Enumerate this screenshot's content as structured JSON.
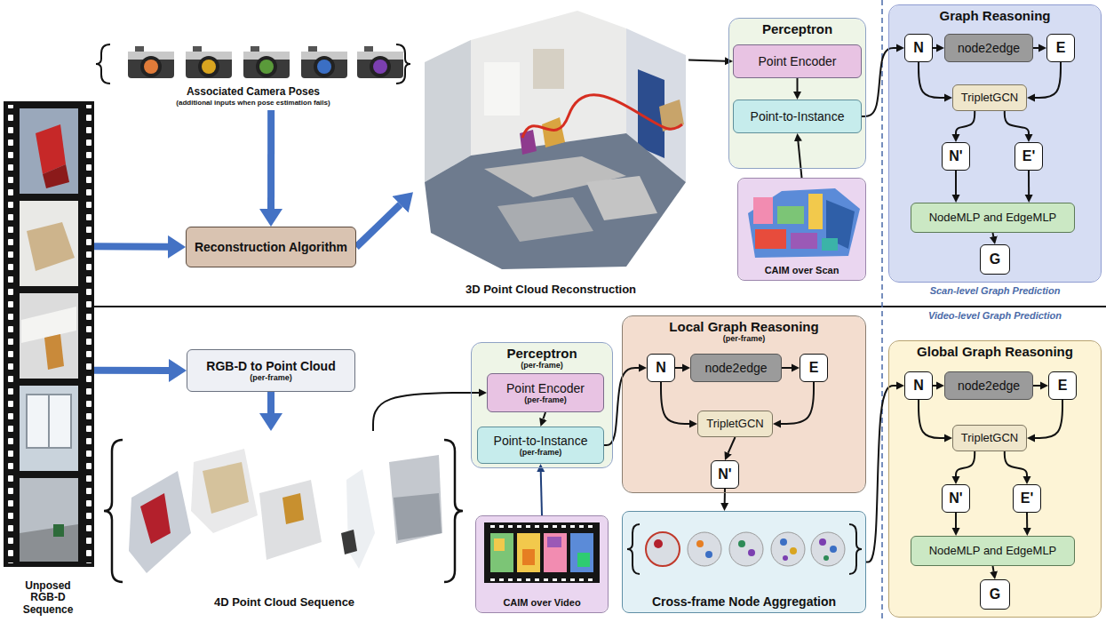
{
  "diagram": {
    "nodes": [
      {
        "text": [
          "Unposed RGB-D Sequence"
        ]
      },
      {
        "text": [
          "Associated Camera Poses",
          "(additional inputs when pose estimation fails)"
        ]
      },
      {
        "text": [
          "Reconstruction Algorithm"
        ]
      },
      {
        "text": [
          "3D Point Cloud Reconstruction"
        ]
      },
      {
        "text": [
          "Perceptron"
        ]
      },
      {
        "text": [
          "Point Encoder"
        ],
        "in": 4
      },
      {
        "text": [
          "Point-to-Instance"
        ],
        "in": 4
      },
      {
        "text": [
          "CAIM over Scan"
        ]
      },
      {
        "text": [
          "Graph Reasoning"
        ]
      },
      {
        "text": [
          "N"
        ],
        "in": 8
      },
      {
        "text": [
          "node2edge"
        ],
        "in": 8
      },
      {
        "text": [
          "E"
        ],
        "in": 8
      },
      {
        "text": [
          "TripletGCN"
        ],
        "in": 8
      },
      {
        "text": [
          "N'"
        ],
        "in": 8
      },
      {
        "text": [
          "E'"
        ],
        "in": 8
      },
      {
        "text": [
          "NodeMLP and EdgeMLP"
        ],
        "in": 8
      },
      {
        "text": [
          "G"
        ],
        "in": 8
      },
      {
        "text": [
          "RGB-D to Point Cloud",
          "(per-frame)"
        ]
      },
      {
        "text": [
          "4D Point Cloud Sequence"
        ]
      },
      {
        "text": [
          "Perceptron",
          "(per-frame)"
        ]
      },
      {
        "text": [
          "Point Encoder",
          "(per-frame)"
        ],
        "in": 19
      },
      {
        "text": [
          "Point-to-Instance",
          "(per-frame)"
        ],
        "in": 19
      },
      {
        "text": [
          "CAIM over Video"
        ]
      },
      {
        "text": [
          "Local Graph Reasoning",
          "(per-frame)"
        ]
      },
      {
        "text": [
          "N"
        ],
        "in": 23
      },
      {
        "text": [
          "node2edge"
        ],
        "in": 23
      },
      {
        "text": [
          "E"
        ],
        "in": 23
      },
      {
        "text": [
          "TripletGCN"
        ],
        "in": 23
      },
      {
        "text": [
          "N'"
        ],
        "in": 23
      },
      {
        "text": [
          "Cross-frame Node Aggregation"
        ]
      },
      {
        "text": [
          "Global Graph Reasoning"
        ]
      },
      {
        "text": [
          "N"
        ],
        "in": 30
      },
      {
        "text": [
          "node2edge"
        ],
        "in": 30
      },
      {
        "text": [
          "E"
        ],
        "in": 30
      },
      {
        "text": [
          "TripletGCN"
        ],
        "in": 30
      },
      {
        "text": [
          "N'"
        ],
        "in": 30
      },
      {
        "text": [
          "E'"
        ],
        "in": 30
      },
      {
        "text": [
          "NodeMLP and EdgeMLP"
        ],
        "in": 30
      },
      {
        "text": [
          "G"
        ],
        "in": 30
      }
    ],
    "edges": [
      {
        "from": 0,
        "to": 2,
        "arrow": "to"
      },
      {
        "from": 1,
        "to": 2,
        "arrow": "to"
      },
      {
        "from": 2,
        "to": 3,
        "arrow": "to"
      },
      {
        "from": 3,
        "to": 5,
        "arrow": "to"
      },
      {
        "from": 5,
        "to": 6,
        "arrow": "to"
      },
      {
        "from": 7,
        "to": 6,
        "arrow": "to"
      },
      {
        "from": 6,
        "to": 9,
        "arrow": "to"
      },
      {
        "from": 9,
        "to": 10,
        "arrow": "to"
      },
      {
        "from": 10,
        "to": 11,
        "arrow": "to"
      },
      {
        "from": 9,
        "to": 12,
        "arrow": "to"
      },
      {
        "from": 11,
        "to": 12,
        "arrow": "to"
      },
      {
        "from": 12,
        "to": 13,
        "arrow": "to"
      },
      {
        "from": 12,
        "to": 14,
        "arrow": "to"
      },
      {
        "from": 13,
        "to": 15,
        "arrow": "to"
      },
      {
        "from": 14,
        "to": 15,
        "arrow": "to"
      },
      {
        "from": 15,
        "to": 16,
        "arrow": "to"
      },
      {
        "from": 0,
        "to": 17,
        "arrow": "to"
      },
      {
        "from": 17,
        "to": 18,
        "arrow": "to"
      },
      {
        "from": 18,
        "to": 20,
        "arrow": "to"
      },
      {
        "from": 20,
        "to": 21,
        "arrow": "to"
      },
      {
        "from": 22,
        "to": 21,
        "arrow": "to"
      },
      {
        "from": 21,
        "to": 24,
        "arrow": "to"
      },
      {
        "from": 24,
        "to": 25,
        "arrow": "to"
      },
      {
        "from": 25,
        "to": 26,
        "arrow": "to"
      },
      {
        "from": 24,
        "to": 27,
        "arrow": "to"
      },
      {
        "from": 26,
        "to": 27,
        "arrow": "to"
      },
      {
        "from": 27,
        "to": 28,
        "arrow": "to"
      },
      {
        "from": 28,
        "to": 29,
        "arrow": "to"
      },
      {
        "from": 29,
        "to": 31,
        "arrow": "to"
      },
      {
        "from": 31,
        "to": 32,
        "arrow": "to"
      },
      {
        "from": 32,
        "to": 33,
        "arrow": "to"
      },
      {
        "from": 31,
        "to": 34,
        "arrow": "to"
      },
      {
        "from": 33,
        "to": 34,
        "arrow": "to"
      },
      {
        "from": 34,
        "to": 35,
        "arrow": "to"
      },
      {
        "from": 34,
        "to": 36,
        "arrow": "to"
      },
      {
        "from": 35,
        "to": 37,
        "arrow": "to"
      },
      {
        "from": 36,
        "to": 37,
        "arrow": "to"
      },
      {
        "from": 37,
        "to": 38,
        "arrow": "to"
      }
    ],
    "labels": [
      "Scan-level Graph Prediction",
      "Video-level Graph Prediction"
    ]
  }
}
